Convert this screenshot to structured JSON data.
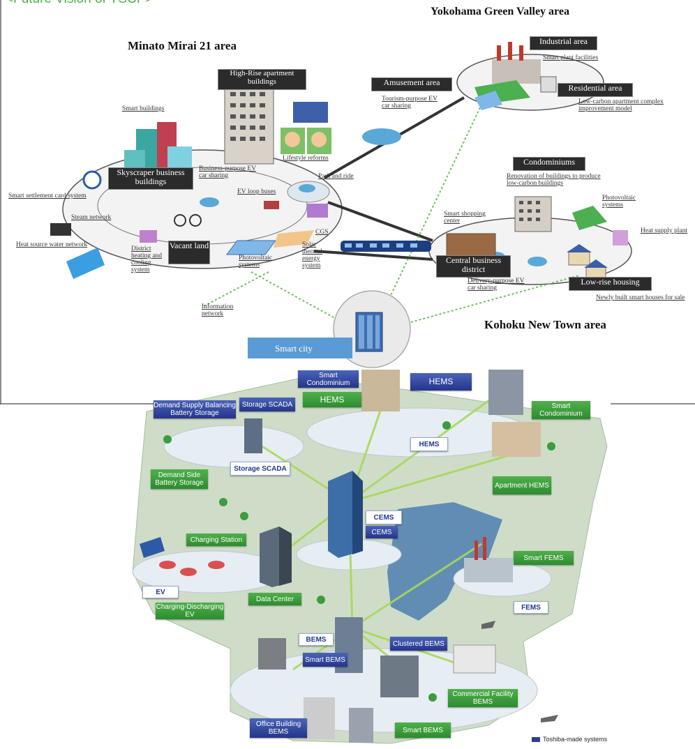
{
  "top": {
    "headline": "<Future Vision of YSCP>",
    "areas": {
      "yokohama": "Yokohama Green Valley area",
      "minato": "Minato Mirai 21 area",
      "kohoku": "Kohoku New Town area"
    },
    "dark_boxes": {
      "highrise": "High-Rise apartment buildings",
      "skyscraper": "Skyscraper business buildings",
      "vacant": "Vacant land",
      "amusement": "Amusement area",
      "industrial": "Industrial area",
      "residential": "Residential area",
      "condominiums": "Condominiums",
      "central": "Central business district",
      "lowrise": "Low-rise housing"
    },
    "labels": {
      "smart_buildings": "Smart buildings",
      "smart_settlement": "Smart settlement card system",
      "steam_network": "Steam network",
      "heat_source": "Heat source water network",
      "district_heating": "District heating and cooling system",
      "business_ev": "Business-purpose EV car sharing",
      "lifestyle": "Lifestyle reforms",
      "park_ride": "Park and ride",
      "ev_loop": "EV loop buses",
      "cgs": "CGS",
      "solar_thermal": "Solar thermal energy system",
      "photovoltaic_left": "Photovoltaic systems",
      "info_network": "Information network",
      "tourism": "Tourism-purpose EV car sharing",
      "smart_plant": "Smart plant facilities",
      "low_carbon": "Low-carbon apartment complex improvement model",
      "renovation": "Renovation of buildings to produce low-carbon buildings",
      "smart_shopping": "Smart shopping center",
      "photovoltaic_right": "Photovoltaic systems",
      "heat_supply": "Heat supply plant",
      "delivery_ev": "Delivery-purpose EV car sharing",
      "newly_built": "Newly built smart houses for sale",
      "smart_city": "Smart city"
    }
  },
  "bottom": {
    "tags": {
      "smart_condo_1": "Smart Condominium",
      "hems_1": "HEMS",
      "hems_2": "HEMS",
      "hems_3": "HEMS",
      "smart_condo_2": "Smart Condominium",
      "dsb_storage": "Demand Supply Balancing Battery Storage",
      "storage_scada_1": "Storage SCADA",
      "storage_scada_2": "Storage SCADA",
      "demand_side": "Demand Side Battery Storage",
      "apt_hems": "Apartment HEMS",
      "cems_1": "CEMS",
      "cems_2": "CEMS",
      "charging_station": "Charging Station",
      "smart_fems": "Smart FEMS",
      "ev": "EV",
      "data_center": "Data Center",
      "charging_discharging": "Charging-Discharging EV",
      "fems": "FEMS",
      "bems": "BEMS",
      "clustered_bems": "Clustered BEMS",
      "smart_bems_1": "Smart BEMS",
      "commercial_bems": "Commercial Facility BEMS",
      "office_bems": "Office Building BEMS",
      "smart_bems_2": "Smart BEMS"
    },
    "legend": "Toshiba-made systems"
  },
  "colors": {
    "headline_green": "#4db04a",
    "toshiba_blue": "#2a3f94",
    "green_tag": "#3a9e3a",
    "ground": "#c9d9c4"
  }
}
